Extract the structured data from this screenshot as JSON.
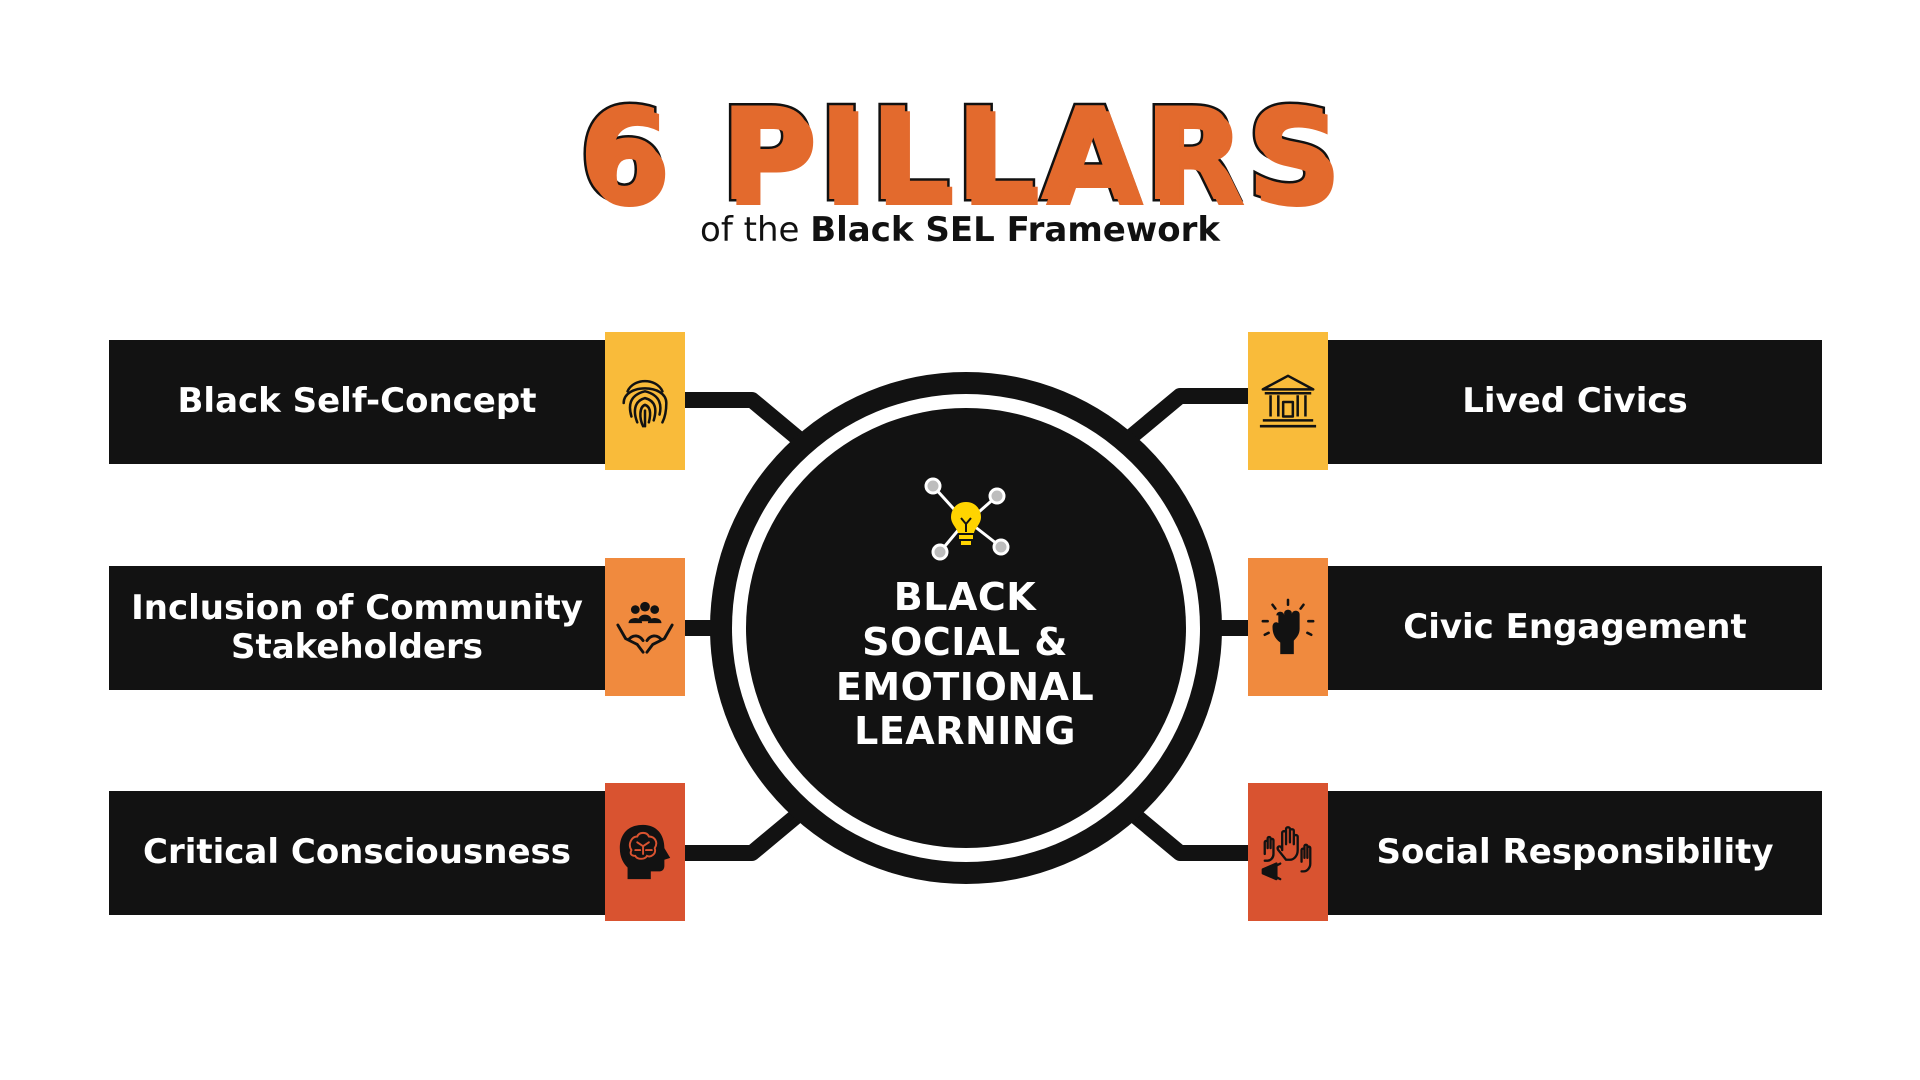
{
  "title": "6 PILLARS",
  "subtitle_prefix": "of the",
  "subtitle_emphasis": "Black SEL Framework",
  "center_label": "BLACK SOCIAL & EMOTIONAL LEARNING",
  "pillars": [
    {
      "label": "Black Self-Concept",
      "icon": "fingerprint-icon",
      "color": "#f9bb3a"
    },
    {
      "label": "Inclusion of Community Stakeholders",
      "icon": "community-hands-icon",
      "color": "#f08a3e"
    },
    {
      "label": "Critical Consciousness",
      "icon": "brain-head-icon",
      "color": "#d95330"
    },
    {
      "label": "Lived Civics",
      "icon": "courthouse-icon",
      "color": "#f9bb3a"
    },
    {
      "label": "Civic Engagement",
      "icon": "raised-fist-icon",
      "color": "#f08a3e"
    },
    {
      "label": "Social Responsibility",
      "icon": "protest-megaphone-icon",
      "color": "#d95330"
    }
  ],
  "colors": {
    "dark": "#121212",
    "title_orange": "#e36a2d",
    "bulb_yellow": "#ffd400"
  }
}
